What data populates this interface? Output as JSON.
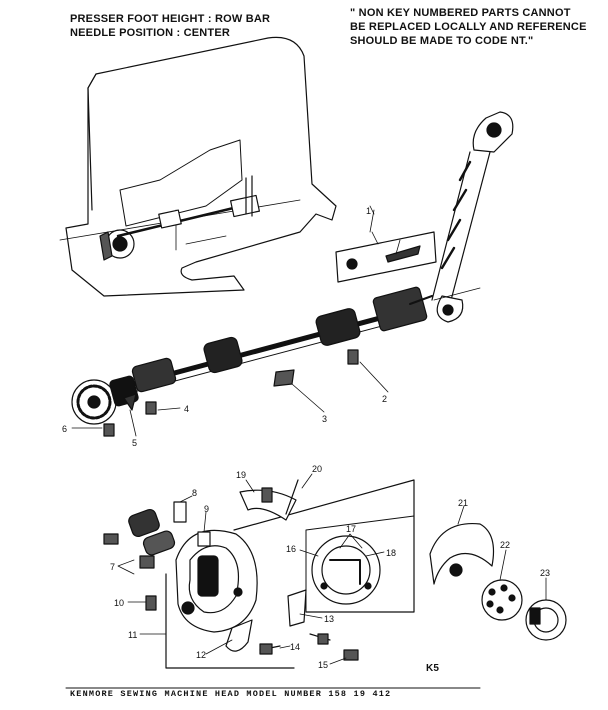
{
  "header": {
    "left_line1": "PRESSER FOOT HEIGHT : ROW BAR",
    "left_line2": "NEEDLE POSITION : CENTER",
    "right_line1": "\" NON KEY NUMBERED PARTS CANNOT",
    "right_line2": "BE REPLACED LOCALLY AND REFERENCE",
    "right_line3": "SHOULD BE MADE TO CODE NT.\""
  },
  "callouts": {
    "c1": "1",
    "c2": "2",
    "c3": "3",
    "c4": "4",
    "c5": "5",
    "c6": "6",
    "c7": "7",
    "c8": "8",
    "c9": "9",
    "c10": "10",
    "c11": "11",
    "c12": "12",
    "c13": "13",
    "c14": "14",
    "c15": "15",
    "c16": "16",
    "c17": "17",
    "c18": "18",
    "c19": "19",
    "c20": "20",
    "c21": "21",
    "c22": "22",
    "c23": "23"
  },
  "code_label": "K5",
  "footer": "KENMORE SEWING MACHINE HEAD MODEL NUMBER 158 19 412"
}
